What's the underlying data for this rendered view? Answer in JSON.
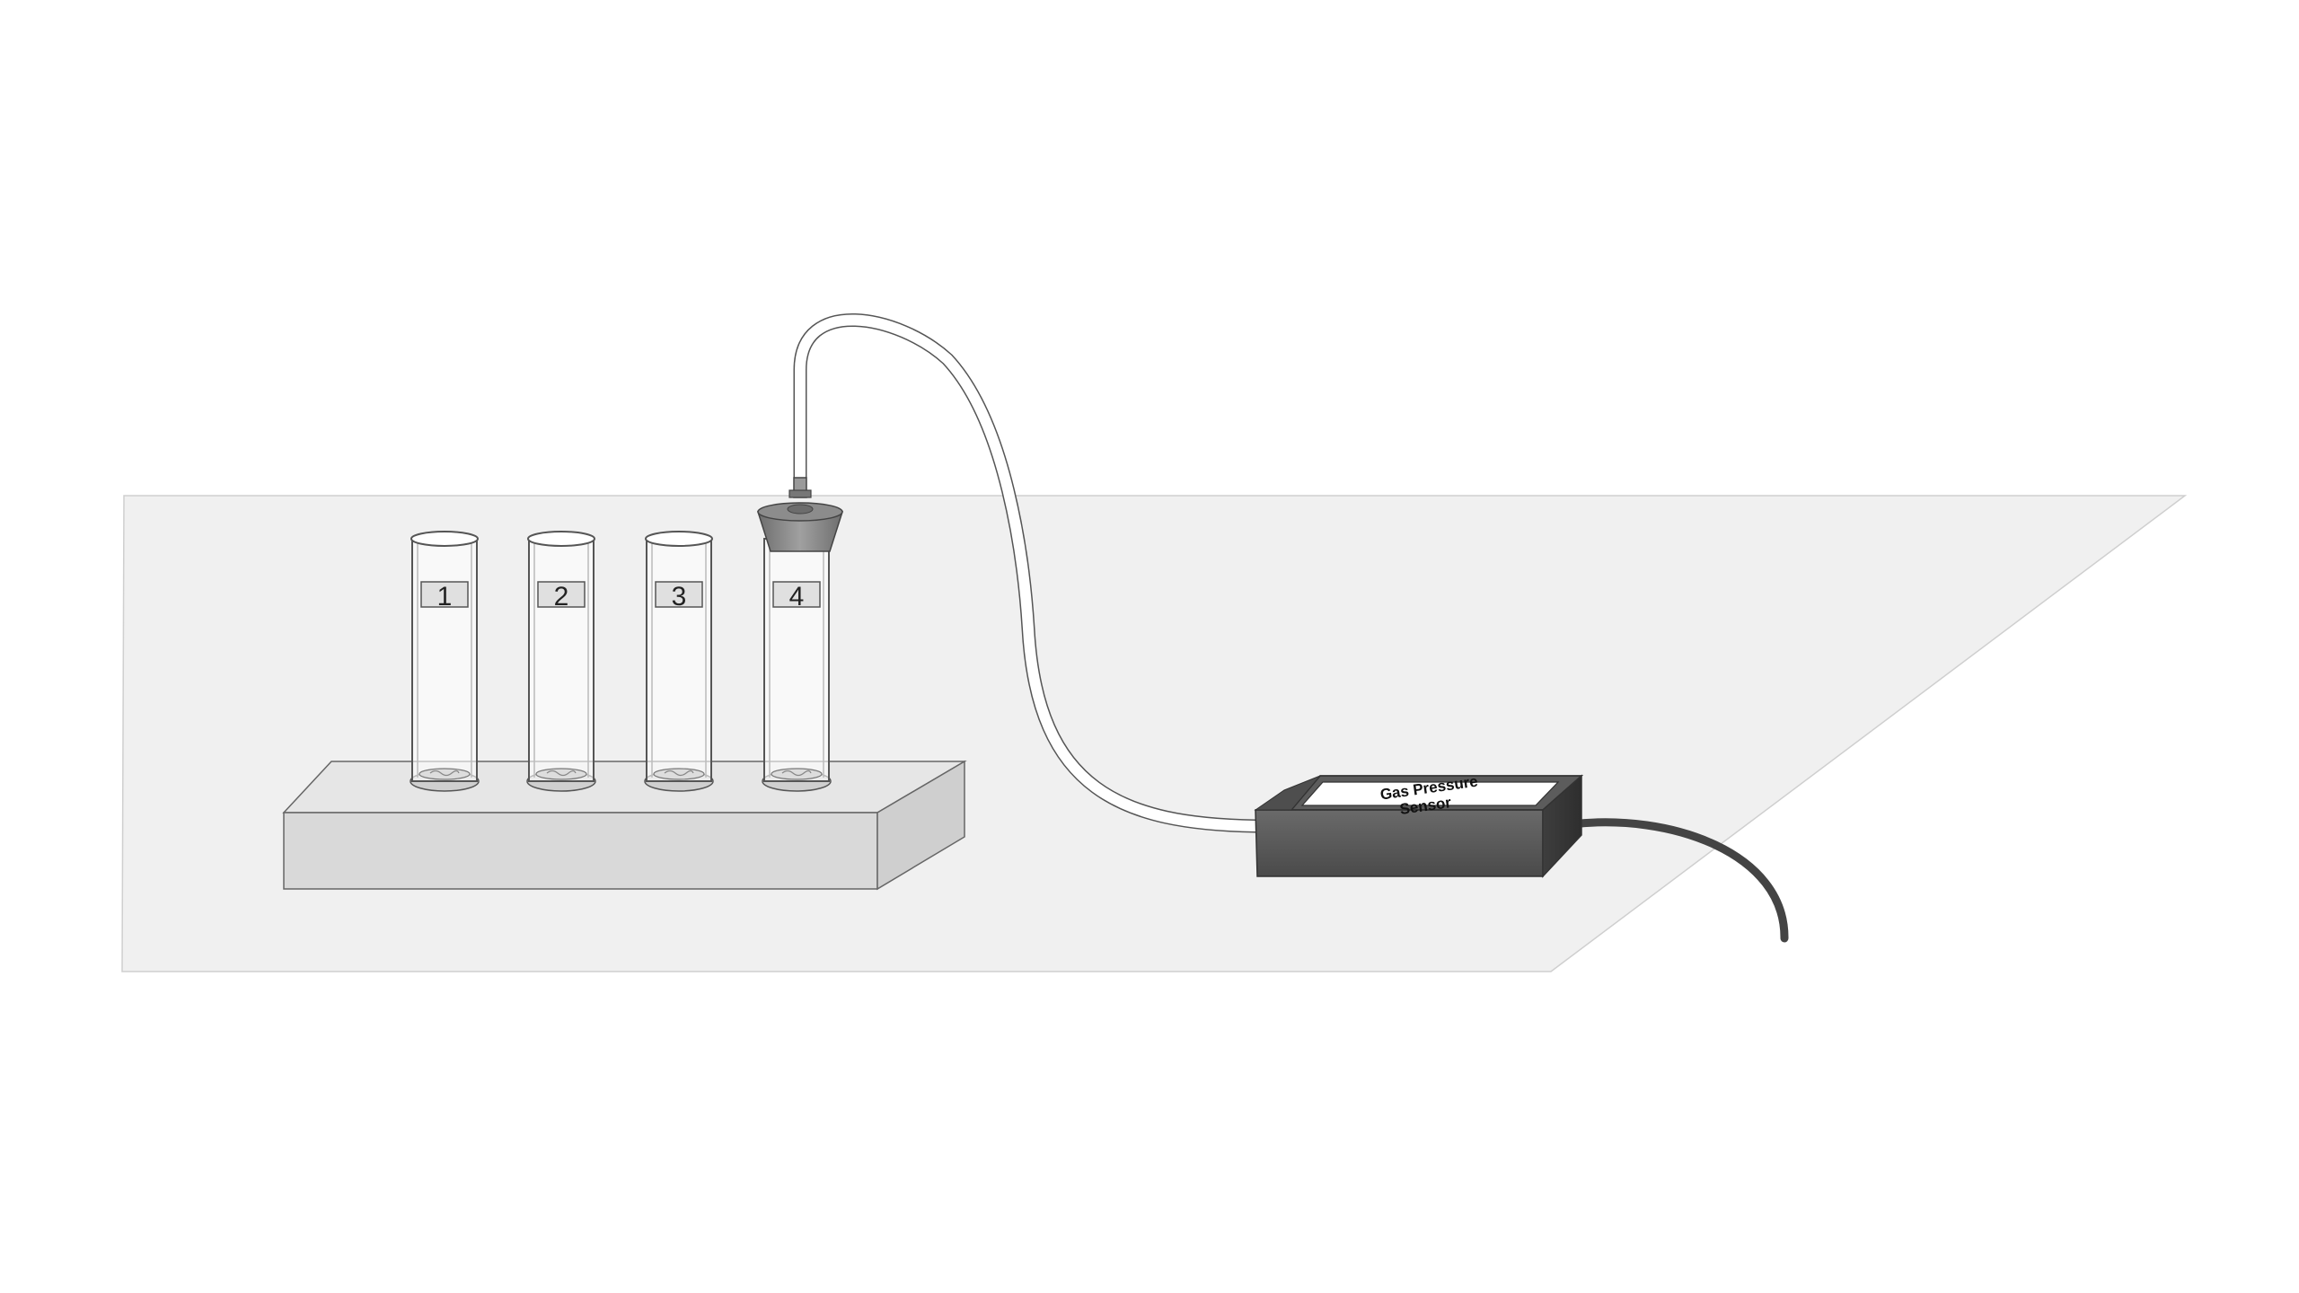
{
  "tubes": [
    {
      "label": "1"
    },
    {
      "label": "2"
    },
    {
      "label": "3"
    },
    {
      "label": "4",
      "stoppered": true
    }
  ],
  "sensor": {
    "label_line1": "Gas Pressure",
    "label_line2": "Sensor"
  },
  "colors": {
    "table": "#f0f0f0",
    "rack_top": "#e6e6e6",
    "rack_front": "#d9d9d9",
    "sensor_body": "#5a5a5a",
    "sensor_label": "#ffffff",
    "cable": "#4a4a4a",
    "stopper": "#8a8a8a"
  }
}
